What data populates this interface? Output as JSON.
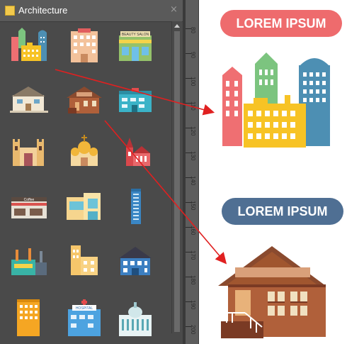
{
  "panel": {
    "title": "Architecture",
    "close_glyph": "×"
  },
  "ruler": {
    "labels": [
      "80",
      "90",
      "100",
      "110",
      "120",
      "130",
      "140",
      "150",
      "160",
      "170",
      "180",
      "190",
      "200"
    ]
  },
  "library": {
    "items": [
      {
        "name": "city-buildings-icon"
      },
      {
        "name": "apartment-building-icon"
      },
      {
        "name": "beauty-salon-icon",
        "sign": "BEAUTY SALON"
      },
      {
        "name": "modern-house-icon"
      },
      {
        "name": "wooden-cottage-icon"
      },
      {
        "name": "blue-office-icon"
      },
      {
        "name": "castle-icon"
      },
      {
        "name": "orthodox-church-icon"
      },
      {
        "name": "red-church-icon"
      },
      {
        "name": "coffee-shop-icon",
        "sign": "Coffee"
      },
      {
        "name": "modern-building-icon"
      },
      {
        "name": "tall-tower-icon"
      },
      {
        "name": "factory-icon"
      },
      {
        "name": "yellow-building-icon"
      },
      {
        "name": "blue-mansion-icon"
      },
      {
        "name": "orange-tower-icon"
      },
      {
        "name": "hospital-icon",
        "sign": "HOSPITAL"
      },
      {
        "name": "capitol-building-icon"
      }
    ]
  },
  "canvas": {
    "label_top": "LOREM IPSUM",
    "label_bottom": "LOREM IPSUM",
    "colors": {
      "pill_top": "#ee6b6d",
      "pill_bottom": "#4f6f93",
      "arrow": "#e02020"
    }
  }
}
